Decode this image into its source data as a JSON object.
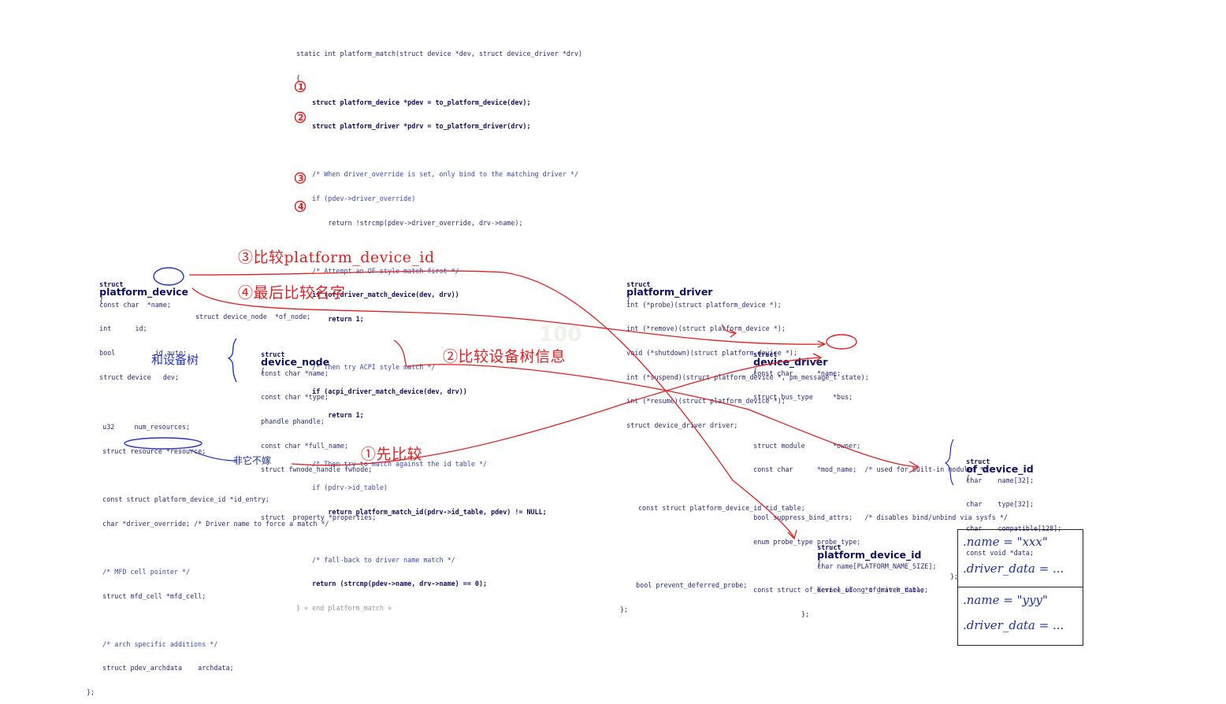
{
  "platform_match": {
    "lines": [
      "static int platform_match(struct device *dev, struct device_driver *drv)",
      "{",
      "    struct platform_device *pdev = to_platform_device(dev);",
      "    struct platform_driver *pdrv = to_platform_driver(drv);",
      "",
      "    /* When driver_override is set, only bind to the matching driver */",
      "    if (pdev->driver_override)",
      "        return !strcmp(pdev->driver_override, drv->name);",
      "",
      "    /* Attempt an OF style match first */",
      "    if (of_driver_match_device(dev, drv))",
      "        return 1;",
      "",
      "    /* Then try ACPI style match */",
      "    if (acpi_driver_match_device(dev, drv))",
      "        return 1;",
      "",
      "    /* Then try to match against the id table */",
      "    if (pdrv->id_table)",
      "        return platform_match_id(pdrv->id_table, pdev) != NULL;",
      "",
      "    /* fall-back to driver name match */",
      "    return (strcmp(pdev->name, drv->name) == 0);",
      "} « end platform_match »"
    ],
    "markers": [
      "1",
      "2",
      "3",
      "4"
    ]
  },
  "platform_device": {
    "header_kw": "struct",
    "header_name": "platform_device",
    "header_brace": "{",
    "lines_a": [
      "    const char  *name;",
      "    int      id;",
      "    bool          id_auto;",
      "    struct device   dev;"
    ],
    "of_node_line": "struct device_node  *of_node;",
    "lines_b": [
      "    u32     num_resources;",
      "    struct resource *resource;",
      "",
      "    const struct platform_device_id *id_entry;",
      "    char *driver_override; /* Driver name to force a match */",
      "",
      "    /* MFD cell pointer */",
      "    struct mfd_cell *mfd_cell;",
      "",
      "    /* arch specific additions */",
      "    struct pdev_archdata    archdata;",
      "};"
    ]
  },
  "device_node": {
    "header_kw": "struct",
    "header_name": "device_node",
    "header_brace": "{",
    "lines": [
      "    const char *name;",
      "    const char *type;",
      "    phandle phandle;",
      "    const char *full_name;",
      "    struct fwnode_handle fwnode;",
      "",
      "    struct  property *properties;"
    ]
  },
  "platform_driver": {
    "header_kw": "struct",
    "header_name": "platform_driver",
    "header_brace": "{",
    "lines": [
      "    int (*probe)(struct platform_device *);",
      "    int (*remove)(struct platform_device *);",
      "    void (*shutdown)(struct platform_device *);",
      "    int (*suspend)(struct platform_device *, pm_message_t state);",
      "    int (*resume)(struct platform_device *);",
      "    struct device_driver driver;"
    ],
    "id_table_line": "const struct platform_device_id *id_table;",
    "tail_lines": [
      "    bool prevent_deferred_probe;",
      "};"
    ]
  },
  "device_driver": {
    "header_kw": "struct",
    "header_name": "device_driver",
    "header_brace": "{",
    "lines": [
      "    const char      *name;",
      "    struct bus_type     *bus;",
      "",
      "    struct module       *owner;",
      "    const char      *mod_name;  /* used for built-in modules */",
      "",
      "    bool suppress_bind_attrs;   /* disables bind/unbind via sysfs */",
      "    enum probe_type probe_type;",
      "",
      "    const struct of_device_id   *of_match_table;"
    ]
  },
  "of_device_id": {
    "header_kw": "struct",
    "header_name": "of_device_id",
    "header_brace": "{",
    "lines": [
      "    char    name[32];",
      "    char    type[32];",
      "    char    compatible[128];",
      "    const void *data;",
      "};"
    ]
  },
  "platform_device_id": {
    "header_kw": "struct",
    "header_name": "platform_device_id",
    "header_brace": "{",
    "lines": [
      "    char name[PLATFORM_NAME_SIZE];",
      "    kernel_ulong_t driver_data;",
      "};"
    ]
  },
  "annotations": {
    "cmp_id": "③比较platform_device_id",
    "cmp_name": "④最后比较名字",
    "cmp_dt": "②比较设备树信息",
    "cmp_first": "①先比较",
    "dt_label": "和设备树",
    "override_note": "非它不嫁"
  },
  "id_table_box": {
    "rows": [
      ".name = \"xxx\"",
      ".driver_data = ...",
      ".name = \"yyy\"",
      ".driver_data = ..."
    ]
  },
  "watermark": "100"
}
